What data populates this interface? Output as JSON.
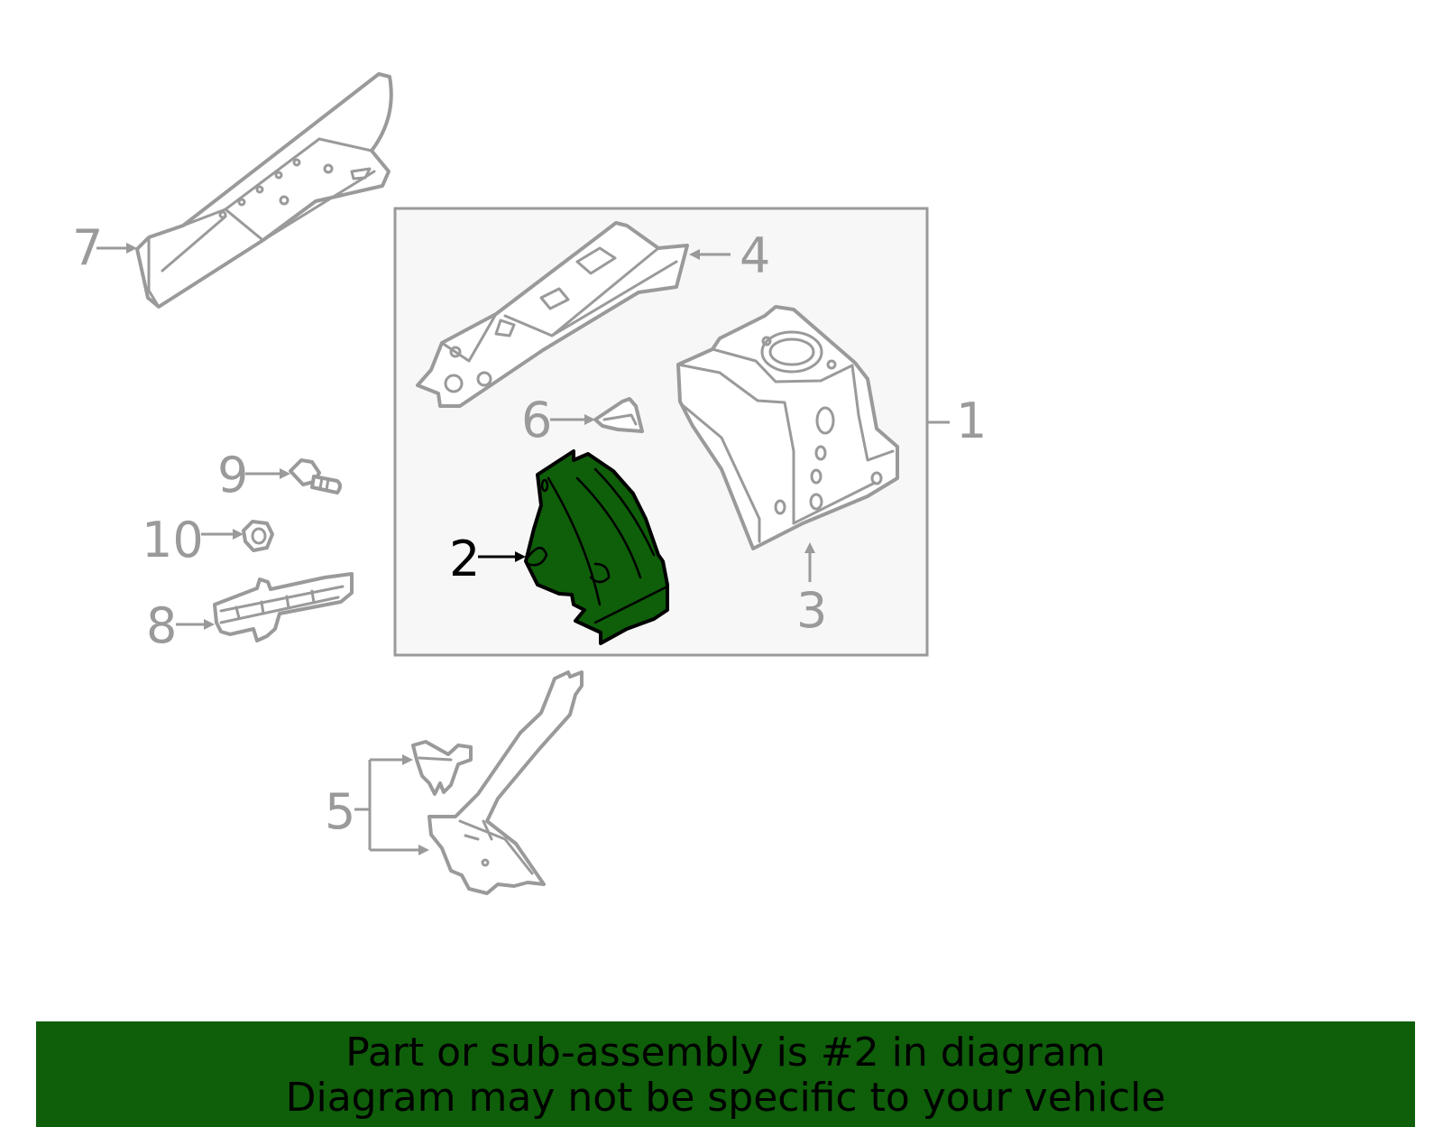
{
  "callouts": {
    "c1": "1",
    "c2": "2",
    "c3": "3",
    "c4": "4",
    "c5": "5",
    "c6": "6",
    "c7": "7",
    "c8": "8",
    "c9": "9",
    "c10": "10"
  },
  "banner": {
    "line1": "Part or sub-assembly is #2 in diagram",
    "line2": "Diagram may not be specific to your vehicle"
  },
  "colors": {
    "highlight": "#0f5e0a",
    "line_art": "#9a9a9a",
    "panel_fill": "#f7f7f7",
    "banner": "#0f5e0a"
  }
}
